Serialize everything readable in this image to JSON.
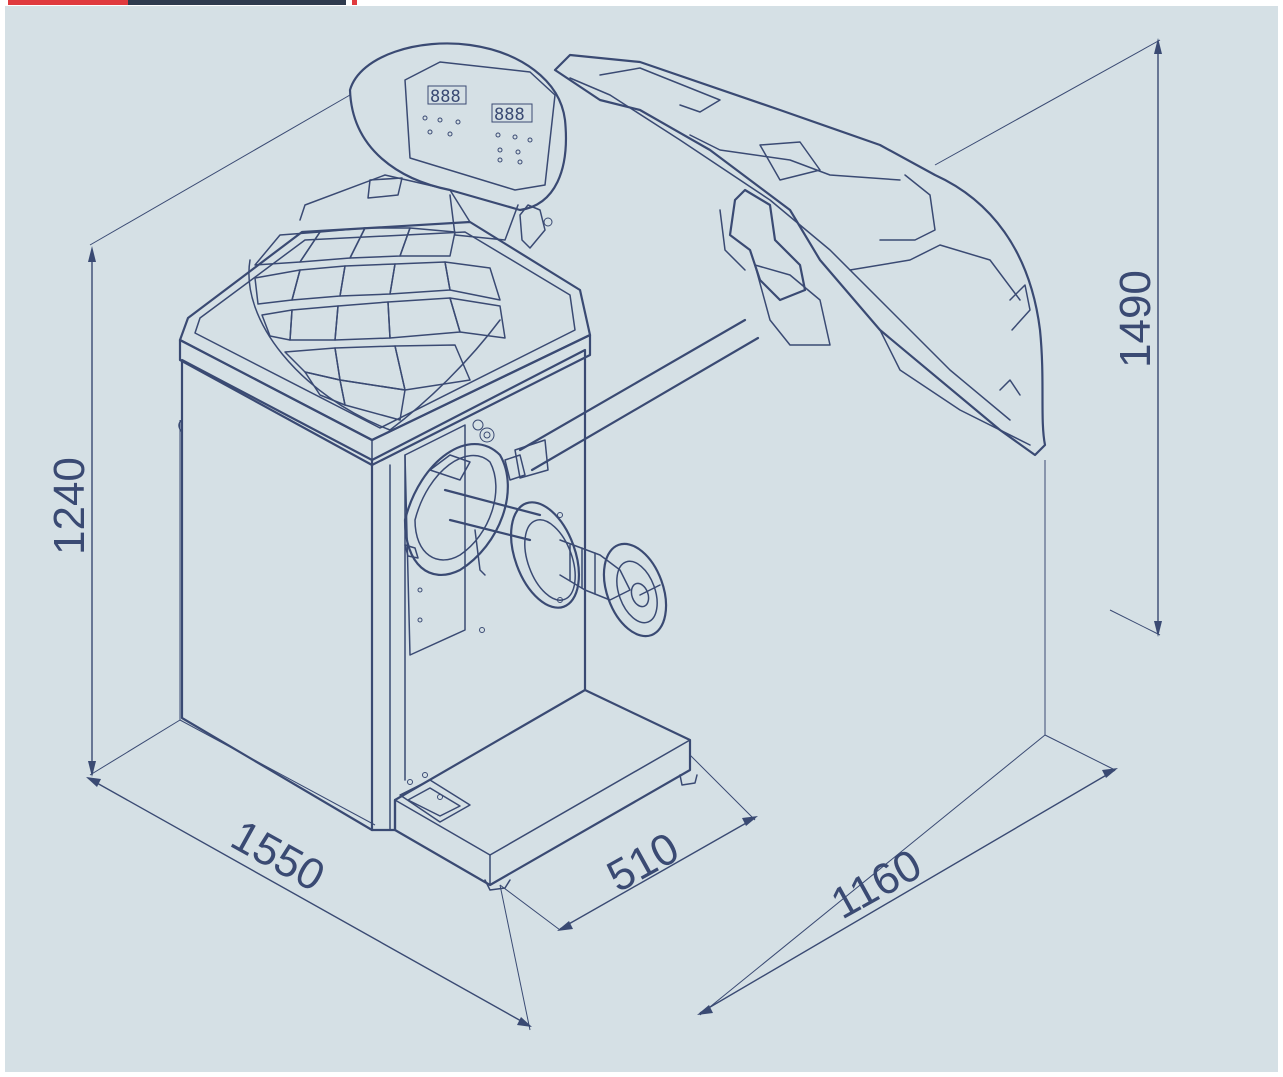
{
  "colors": {
    "background": "#d5e0e5",
    "line": "#3a4a73",
    "accent_red": "#e03a3e",
    "accent_navy": "#2f3b4e"
  },
  "dimensions": {
    "height_body": "1240",
    "height_total": "1490",
    "depth": "1550",
    "base_width": "510",
    "width_total": "1160"
  },
  "display": {
    "left_digits": "888",
    "right_digits": "888"
  }
}
